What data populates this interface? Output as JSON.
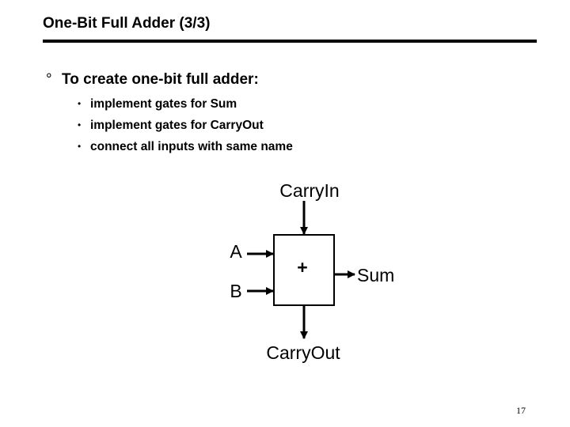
{
  "slide": {
    "title": "One-Bit Full Adder (3/3)",
    "main_bullet": {
      "marker": "°",
      "text": "To create one-bit full adder:"
    },
    "sub_bullets": [
      {
        "marker": "•",
        "text": "implement gates for Sum"
      },
      {
        "marker": "•",
        "text": "implement gates for CarryOut"
      },
      {
        "marker": "•",
        "text": "connect all inputs with same name"
      }
    ],
    "page_number": "17"
  },
  "diagram": {
    "carry_in_label": "CarryIn",
    "input_a_label": "A",
    "input_b_label": "B",
    "adder_symbol": "+",
    "sum_label": "Sum",
    "carry_out_label": "CarryOut"
  }
}
